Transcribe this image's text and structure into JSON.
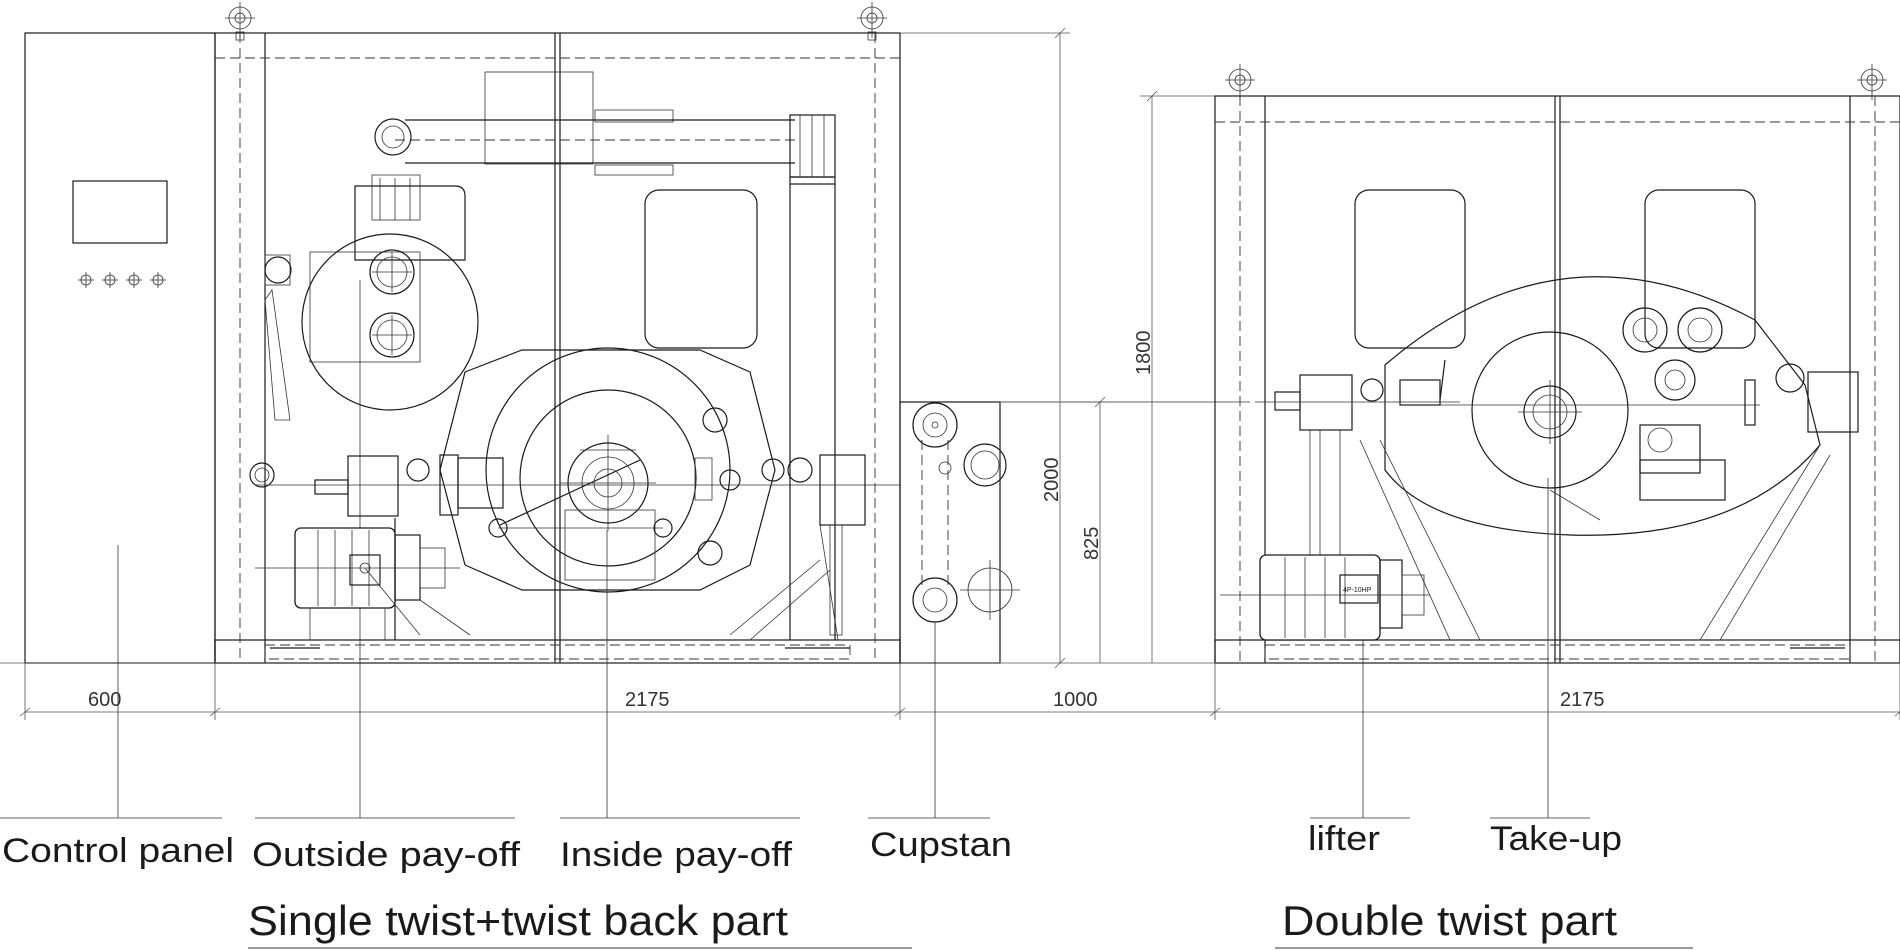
{
  "dimensions": {
    "control_panel_width": "600",
    "single_twist_width": "2175",
    "gap_width": "1000",
    "double_twist_width": "2175",
    "height_total": "2000",
    "height_axis": "825",
    "height_double": "1800"
  },
  "labels": {
    "control_panel": "Control panel",
    "outside_payoff": "Outside pay-off",
    "inside_payoff": "Inside pay-off",
    "capstan": "Cupstan",
    "lifter": "lifter",
    "takeup": "Take-up"
  },
  "section_titles": {
    "single_twist": "Single twist+twist back part",
    "double_twist": "Double twist part"
  },
  "motor_tag": "4P-10HP"
}
